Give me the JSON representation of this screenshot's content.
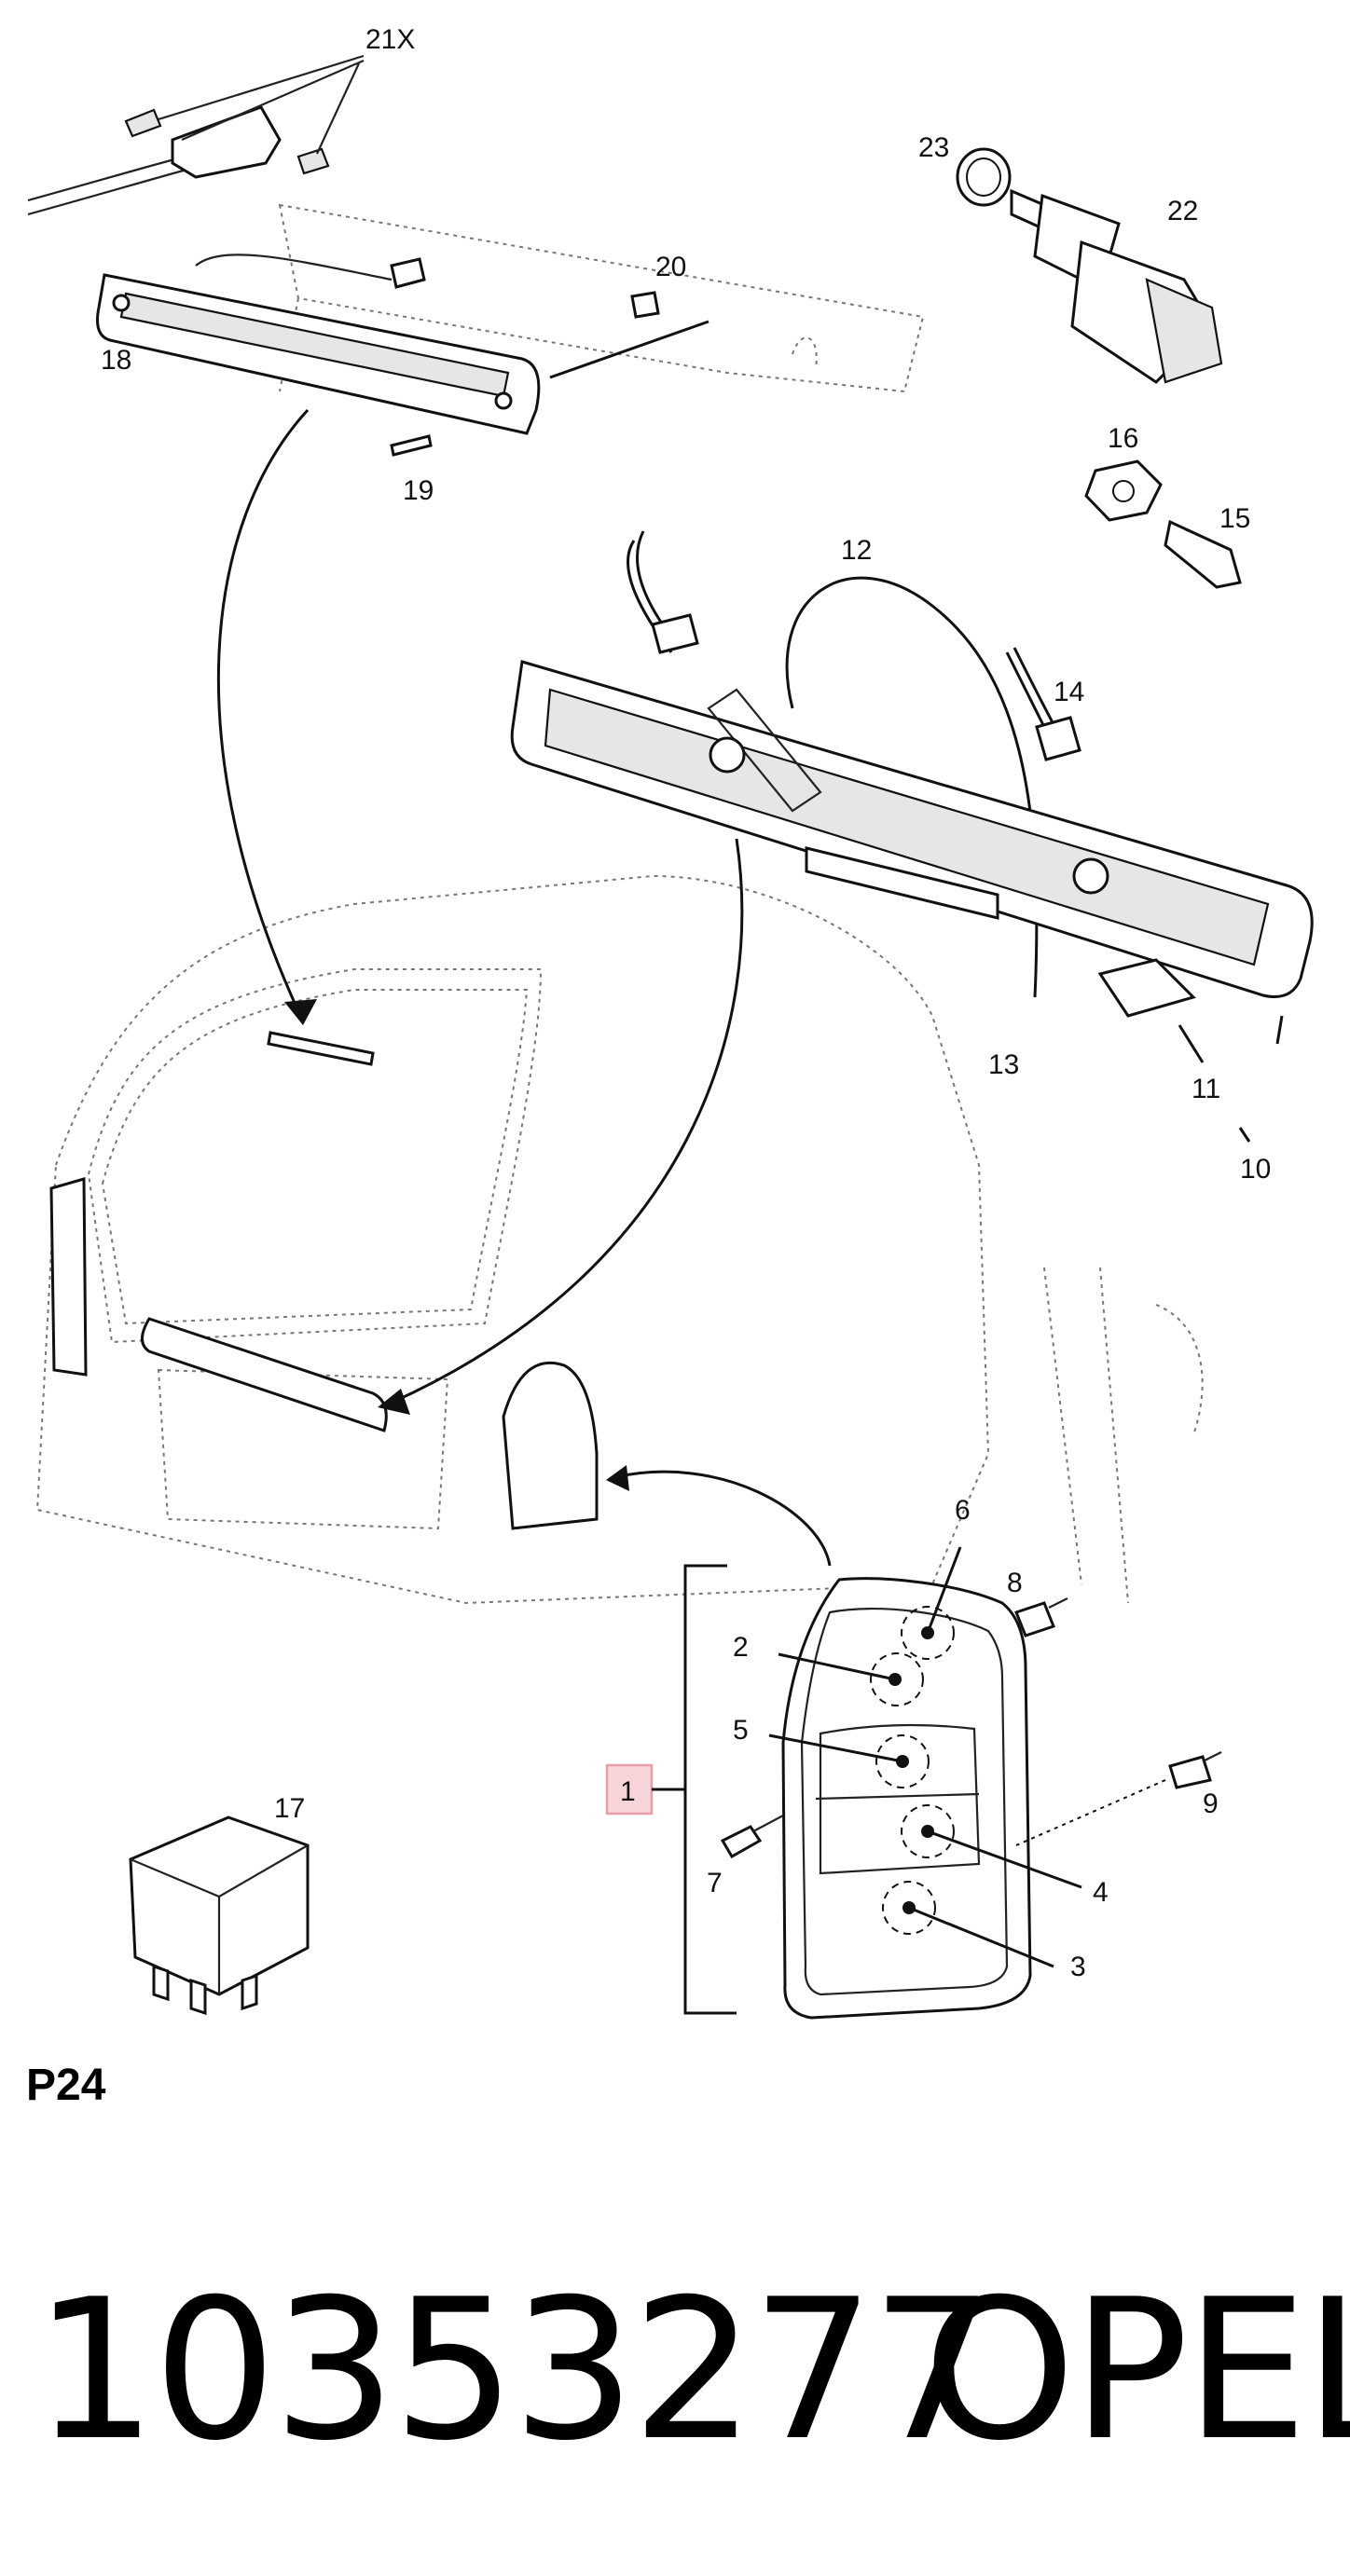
{
  "callouts": {
    "c1": "1",
    "c2": "2",
    "c3": "3",
    "c4": "4",
    "c5": "5",
    "c6": "6",
    "c7": "7",
    "c8": "8",
    "c9": "9",
    "c10": "10",
    "c11": "11",
    "c12": "12",
    "c13": "13",
    "c14": "14",
    "c15": "15",
    "c16": "16",
    "c17": "17",
    "c18": "18",
    "c19": "19",
    "c20": "20",
    "c21": "21X",
    "c22": "22",
    "c23": "23"
  },
  "highlight_color": "#e8a0a8",
  "page_code": "P24",
  "part_number": "10353277",
  "brand": "OPEL"
}
